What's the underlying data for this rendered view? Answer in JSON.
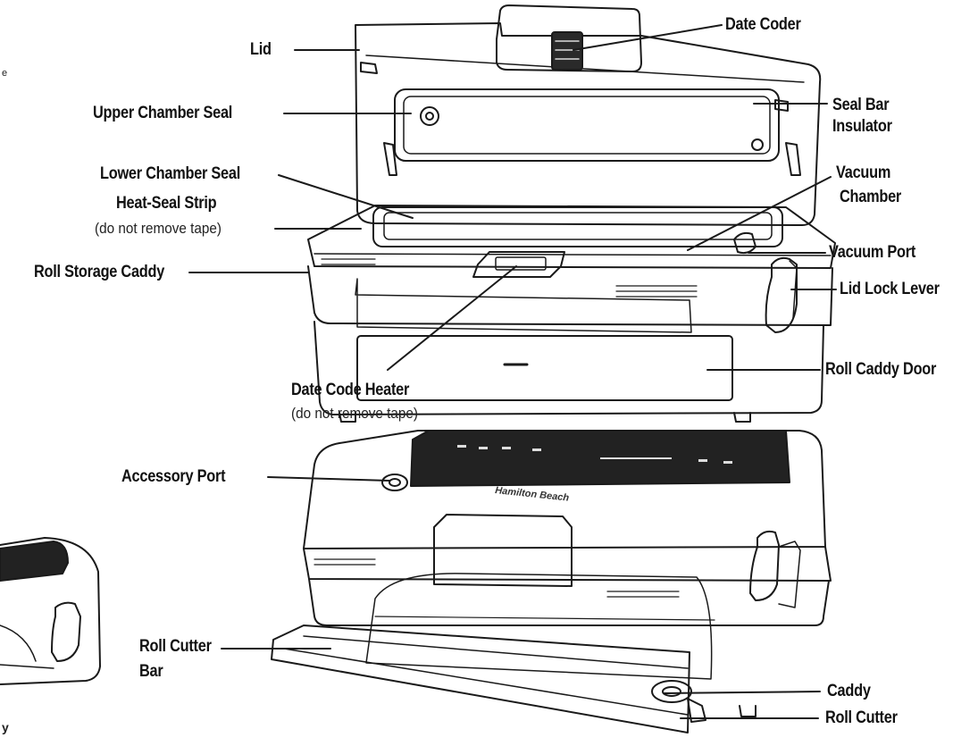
{
  "labels": {
    "lid": "Lid",
    "date_coder": "Date Coder",
    "upper_chamber_seal": "Upper Chamber Seal",
    "seal_bar_insulator_1": "Seal Bar",
    "seal_bar_insulator_2": "Insulator",
    "lower_chamber_seal": "Lower Chamber Seal",
    "heat_seal_strip": "Heat-Seal Strip",
    "heat_seal_strip_note": "(do not remove tape)",
    "vacuum_chamber_1": "Vacuum",
    "vacuum_chamber_2": "Chamber",
    "roll_storage_caddy": "Roll Storage Caddy",
    "vacuum_port": "Vacuum Port",
    "lid_lock_lever": "Lid Lock Lever",
    "roll_caddy_door": "Roll Caddy Door",
    "date_code_heater": "Date Code Heater",
    "date_code_heater_note": "(do not remove tape)",
    "accessory_port": "Accessory Port",
    "roll_cutter_bar_1": "Roll Cutter",
    "roll_cutter_bar_2": "Bar",
    "caddy": "Caddy",
    "roll_cutter": "Roll Cutter",
    "brand_logo": "Hamilton Beach"
  },
  "edge_fragments": {
    "top_left": "e",
    "bottom_left": "y"
  }
}
